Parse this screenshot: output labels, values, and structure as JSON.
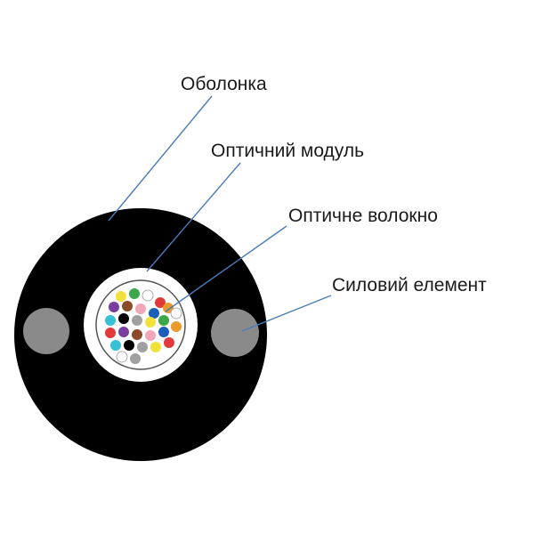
{
  "labels": {
    "sheath": "Оболонка",
    "optical_module": "Оптичний модуль",
    "optical_fiber": "Оптичне волокно",
    "strength_member": "Силовий елемент"
  },
  "colors": {
    "sheath": "#000000",
    "module_outer": "#ffffff",
    "module_inner_border": "#555555",
    "strength_member": "#8a8a8a",
    "leader_line": "#4a7ab8",
    "label_text": "#1a1a1a"
  },
  "fiber_colors": [
    "#f2e13a",
    "#3aa84a",
    "#ffffff",
    "#e23a3a",
    "#7a3ea0",
    "#8b4a2a",
    "#f2a6b8",
    "#1a5fb8",
    "#e89a2a",
    "#38c0d8",
    "#000000",
    "#a0a0a0",
    "#f2e13a",
    "#3aa84a",
    "#ffffff",
    "#e23a3a",
    "#7a3ea0",
    "#8b4a2a",
    "#f2a6b8",
    "#1a5fb8",
    "#e89a2a",
    "#38c0d8",
    "#000000",
    "#a0a0a0",
    "#f2e13a",
    "#e23a3a",
    "#ffffff",
    "#a0a0a0"
  ]
}
